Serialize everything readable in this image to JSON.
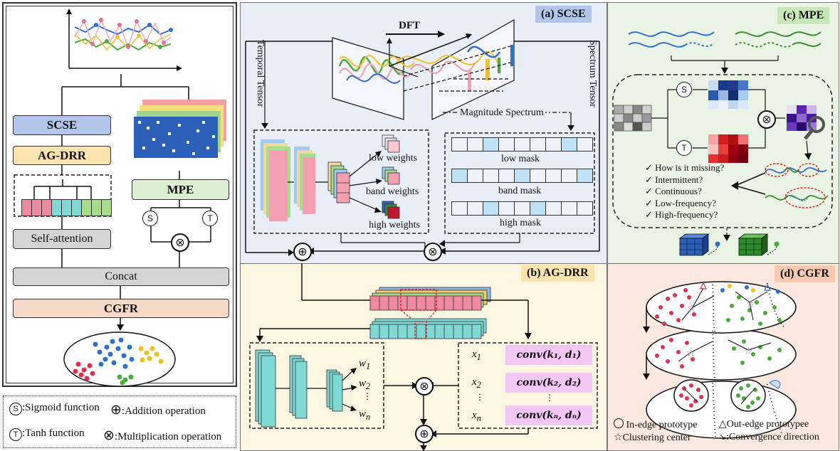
{
  "left": {
    "scse": "SCSE",
    "agdrr": "AG-DRR",
    "mpe": "MPE",
    "self_attention": "Self-attention",
    "concat": "Concat",
    "cgfr": "CGFR",
    "s_symbol": "S",
    "t_symbol": "T"
  },
  "legend": {
    "s_symbol": "S",
    "t_symbol": "T",
    "sigmoid": ":Sigmoid function",
    "addition": ":Addition operation",
    "tanh": ":Tanh function",
    "multiplication": ":Multiplication operation"
  },
  "panel_a": {
    "title": "(a)  SCSE",
    "dft": "DFT",
    "temporal_tensor": "Temporal Tensor",
    "spectrum_tensor": "Spectrum Tensor",
    "magnitude_spectrum": "Magnitude Spectrum",
    "low_weights": "low weights",
    "band_weights": "band weights",
    "high_weights": "high weights",
    "low_mask": "low mask",
    "band_mask": "band mask",
    "high_mask": "high mask"
  },
  "panel_b": {
    "title": "(b)  AG-DRR",
    "w1": "w",
    "w1_sub": "1",
    "w2": "w",
    "w2_sub": "2",
    "wdots": "⋮",
    "wn": "w",
    "wn_sub": "n",
    "x1": "x",
    "x1_sub": "1",
    "x2": "x",
    "x2_sub": "2",
    "xdots": "⋮",
    "xn": "x",
    "xn_sub": "n",
    "conv1": "conv(k₁, d₁)",
    "conv2": "conv(k₂, d₂)",
    "convdots": "⋮",
    "convn": "conv(kₙ, dₙ)"
  },
  "panel_c": {
    "title": "(c)  MPE",
    "s_symbol": "S",
    "t_symbol": "T",
    "questions": [
      "How is it missing?",
      "Intermittent?",
      "Continuous?",
      "Low-frequency?",
      "High-frequency?"
    ],
    "check": "✓"
  },
  "panel_d": {
    "title": "(d)  CGFR",
    "in_edge": "In-edge prototype",
    "out_edge": "Out-edge prototypee",
    "clustering": "Clustering center",
    "convergence": ":Convergence direction"
  },
  "colors": {
    "scse_bg": "#e8eef8",
    "agdrr_bg": "#fbf5e2",
    "mpe_bg": "#e9f4e4",
    "cgfr_bg": "#fbe9e0",
    "scse_box": "#b3c5e8",
    "agdrr_box": "#fbe3b0",
    "mpe_box": "#dcefd2",
    "self_att_box": "#d4d4d4",
    "concat_box": "#d4d4d4",
    "cgfr_box": "#f7d9c8",
    "conv_box": "#f3c6f6"
  }
}
